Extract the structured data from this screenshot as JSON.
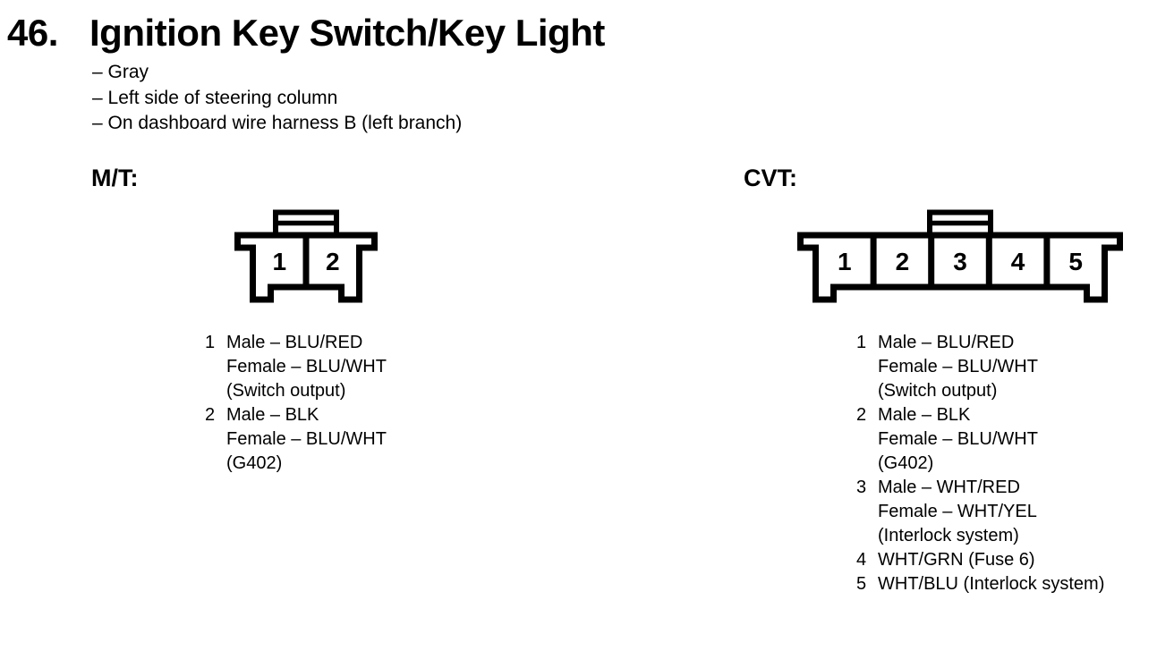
{
  "page": {
    "number": "46.",
    "title": "Ignition Key Switch/Key Light",
    "bullets": [
      "– Gray",
      "– Left side of steering column",
      "– On dashboard wire harness B (left branch)"
    ]
  },
  "sections": [
    {
      "id": "mt",
      "label": "M/T:",
      "connector": {
        "pins": [
          "1",
          "2"
        ]
      },
      "pin_list": [
        {
          "num": "1",
          "lines": [
            "Male – BLU/RED",
            "Female – BLU/WHT",
            "(Switch output)"
          ]
        },
        {
          "num": "2",
          "lines": [
            "Male – BLK",
            "Female – BLU/WHT",
            "(G402)"
          ]
        }
      ]
    },
    {
      "id": "cvt",
      "label": "CVT:",
      "connector": {
        "pins": [
          "1",
          "2",
          "3",
          "4",
          "5"
        ]
      },
      "pin_list": [
        {
          "num": "1",
          "lines": [
            "Male – BLU/RED",
            "Female – BLU/WHT",
            "(Switch output)"
          ]
        },
        {
          "num": "2",
          "lines": [
            "Male – BLK",
            "Female – BLU/WHT",
            "(G402)"
          ]
        },
        {
          "num": "3",
          "lines": [
            "Male – WHT/RED",
            "Female – WHT/YEL",
            "(Interlock system)"
          ]
        },
        {
          "num": "4",
          "lines": [
            "WHT/GRN (Fuse 6)"
          ]
        },
        {
          "num": "5",
          "lines": [
            "WHT/BLU (Interlock system)"
          ]
        }
      ]
    }
  ],
  "colors": {
    "ink": "#000000",
    "paper": "#ffffff"
  }
}
